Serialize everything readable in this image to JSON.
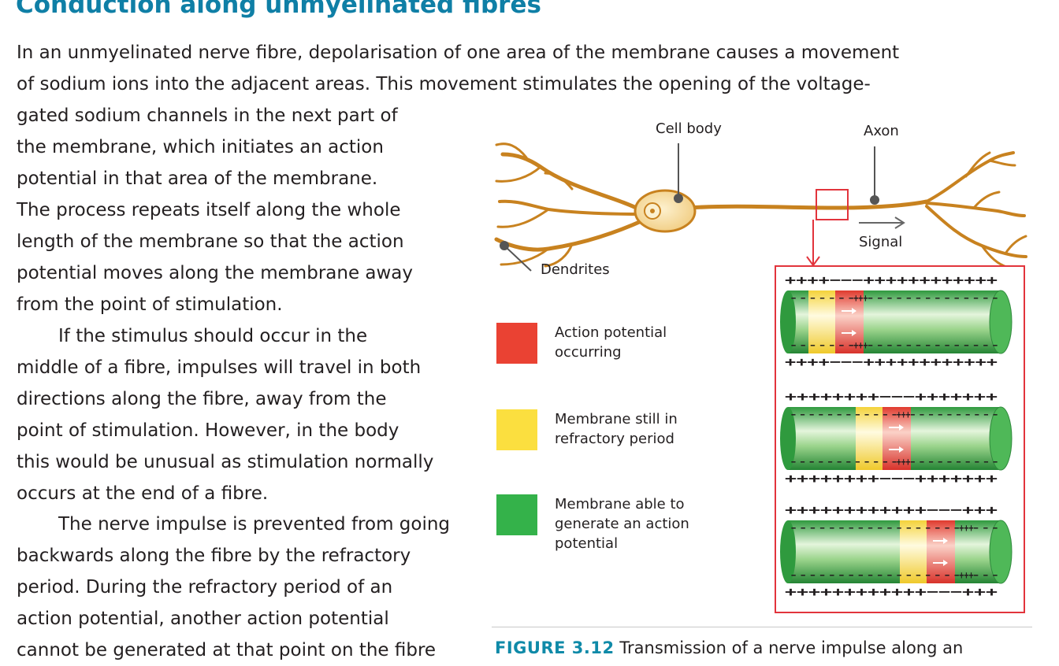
{
  "heading": "Conduction along unmyelinated fibres",
  "paragraphs": {
    "intro": [
      "In an unmyelinated nerve fibre, depolarisation of one area of the membrane causes a movement",
      "of sodium ions into the adjacent areas. This movement stimulates the opening of the voltage-",
      "gated sodium channels in the next part of",
      "the membrane, which initiates an action",
      "potential in that area of the membrane.",
      "The process repeats itself along the whole",
      "length of the membrane so that the action",
      "potential moves along the membrane away",
      "from the point of stimulation."
    ],
    "middle": [
      "If the stimulus should occur in the",
      "middle of a fibre, impulses will travel in both",
      "directions along the fibre, away from the",
      "point of stimulation. However, in the body",
      "this would be unusual as stimulation normally",
      "occurs at the end of a fibre."
    ],
    "backwards": [
      "The nerve impulse is prevented from going",
      "backwards along the fibre by the refractory",
      "period. During the refractory period of an",
      "action potential, another action potential",
      "cannot be generated at that point on the fibre"
    ]
  },
  "figure": {
    "labels": {
      "cell_body": "Cell body",
      "axon": "Axon",
      "signal": "Signal",
      "dendrites": "Dendrites"
    },
    "legend": [
      {
        "lines": [
          "Action potential",
          "occurring"
        ],
        "color": "#ea4233"
      },
      {
        "lines": [
          "Membrane still in",
          "refractory period"
        ],
        "color": "#fbdf3f"
      },
      {
        "lines": [
          "Membrane able to",
          "generate an action",
          "potential"
        ],
        "color": "#34b24a"
      }
    ],
    "segments": [
      {
        "top_charges": "++++−−−++++++++++++",
        "upper_inner": "− − − − − − −+++− − − − − − − − − − − − − −",
        "lower_inner": "− − − − − − −+++− − − − − − − − − − − − − −",
        "bottom_charges": "++++−−−++++++++++++"
      },
      {
        "top_charges": "++++++++−−−+++++++",
        "upper_inner": "− − − − − − − − − − − −+++− − − − − − − − − −",
        "lower_inner": "− − − − − − − − − − − −+++− − − − − − − − − −",
        "bottom_charges": "++++++++−−−+++++++"
      },
      {
        "top_charges": "++++++++++++−−−+++",
        "upper_inner": "− − − − − − − − − − − − − − − − − −+++− − −",
        "lower_inner": "− − − − − − − − − − − − − − − − − −+++− − −",
        "bottom_charges": "++++++++++++−−−+++"
      }
    ],
    "caption": {
      "number": "FIGURE 3.12",
      "text": " Transmission of a nerve impulse along an"
    },
    "colors": {
      "nerve": "#c8821f",
      "cell_body": "#f6dfa8",
      "box": "#e2343c",
      "green": "#34b24a",
      "yellow": "#fbdf3f",
      "red": "#ea4233",
      "heading": "#0f7fa6"
    }
  }
}
